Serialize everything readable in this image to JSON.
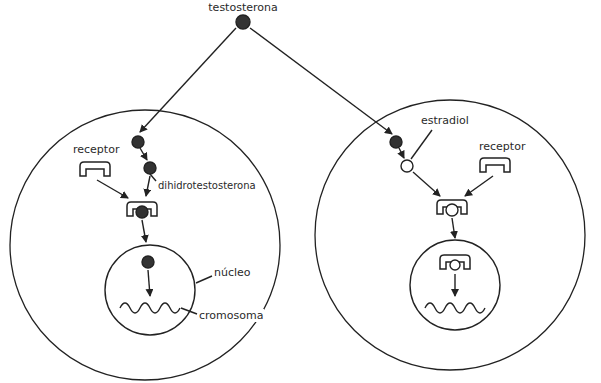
{
  "diagram": {
    "labels": [
      "testosterona",
      "receptor",
      "dihidrotestosterona",
      "núcleo",
      "cromosoma",
      "estradiol",
      "receptor"
    ]
  }
}
